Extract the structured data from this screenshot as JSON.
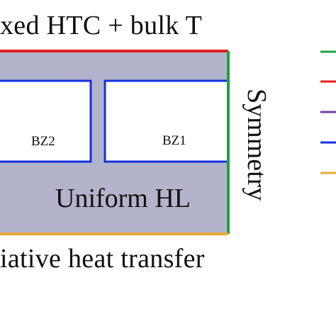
{
  "labels": {
    "top": "xed HTC + bulk T",
    "bottom": "iative heat transfer",
    "symmetry": "Symmetry",
    "bz2": "BZ2",
    "bz1": "BZ1",
    "uniform": "Uniform HL"
  },
  "colors": {
    "fill": "#b3b4cb",
    "top_edge": "#e02020",
    "right_edge": "#20a040",
    "bottom_edge": "#e8a838",
    "zone_border": "#1530e0",
    "legend_green": "#20a040",
    "legend_red": "#e02020",
    "legend_purple": "#7040a0",
    "legend_blue": "#1530e0",
    "legend_orange": "#e8a838"
  }
}
